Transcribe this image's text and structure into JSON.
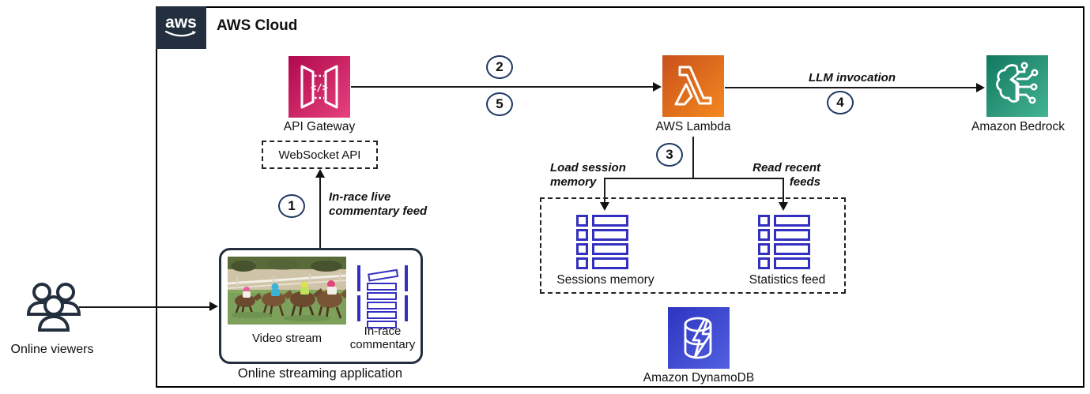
{
  "title": {
    "logo": "aws",
    "cloud": "AWS Cloud"
  },
  "nodes": {
    "api_gateway": {
      "label": "API Gateway",
      "color_from": "#B0084D",
      "color_to": "#E6427E"
    },
    "lambda": {
      "label": "AWS Lambda",
      "color_from": "#C8511B",
      "color_to": "#F5881F"
    },
    "bedrock": {
      "label": "Amazon Bedrock",
      "color_from": "#117860",
      "color_to": "#44B493"
    },
    "dynamodb": {
      "label": "Amazon DynamoDB",
      "color_from": "#2E35C0",
      "color_to": "#5160E0"
    }
  },
  "steps": [
    "1",
    "2",
    "3",
    "4",
    "5"
  ],
  "labels": {
    "websocket": "WebSocket API",
    "in_race_feed": "In-race live commentary feed",
    "llm_invocation": "LLM invocation",
    "load_session": "Load session memory",
    "read_recent": "Read recent feeds",
    "sessions_memory": "Sessions memory",
    "statistics_feed": "Statistics feed",
    "online_viewers": "Online viewers"
  },
  "app": {
    "title": "Online streaming application",
    "video": "Video stream",
    "commentary": "In-race commentary"
  },
  "colors": {
    "icon_blue": "#332FC0",
    "navy": "#232F3E",
    "line": "#1a1a1a",
    "circle_border": "#1F3864"
  }
}
